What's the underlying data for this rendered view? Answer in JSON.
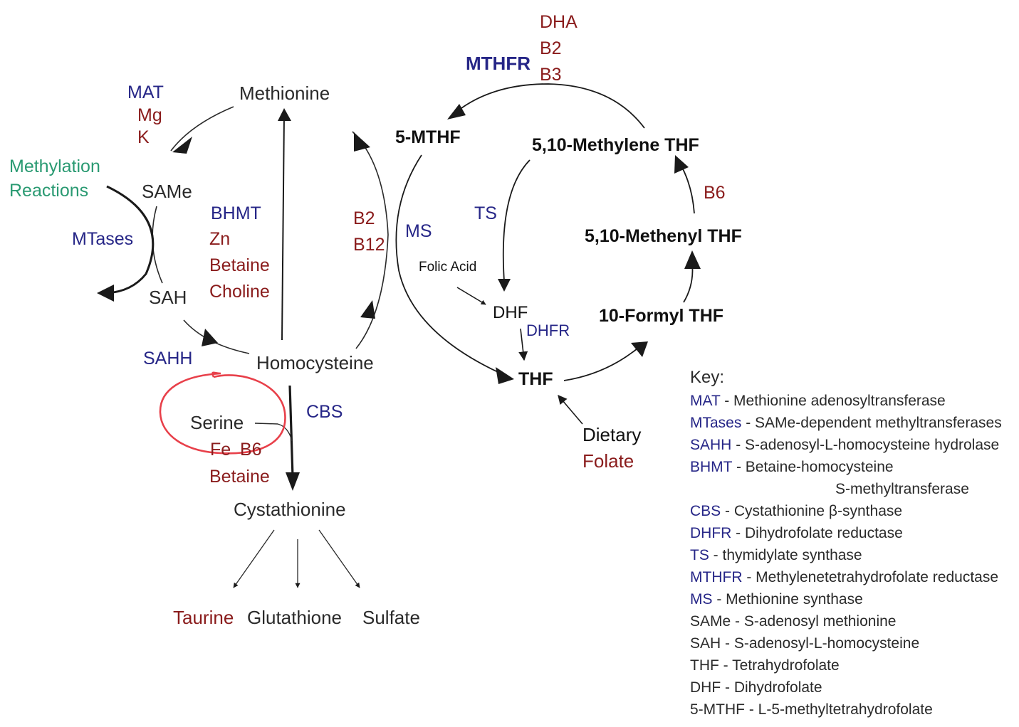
{
  "colors": {
    "enzyme": "#262687",
    "cofactor": "#8a1c1c",
    "methylation": "#2a9a72",
    "text": "#2a2a2a",
    "highlight_circle": "#e8404a"
  },
  "methionine_cycle": {
    "methionine": "Methionine",
    "same": "SAMe",
    "sah": "SAH",
    "homocysteine": "Homocysteine",
    "methylation_line1": "Methylation",
    "methylation_line2": "Reactions",
    "mtases": "MTases",
    "mat": "MAT",
    "mg": "Mg",
    "k": "K",
    "bhmt": "BHMT",
    "zn": "Zn",
    "betaine": "Betaine",
    "choline": "Choline",
    "b2": "B2",
    "b12": "B12",
    "sahh": "SAHH"
  },
  "transsulfuration": {
    "serine": "Serine",
    "fe": "Fe",
    "b6": "B6",
    "betaine": "Betaine",
    "cbs": "CBS",
    "cystathionine": "Cystathionine",
    "taurine": "Taurine",
    "glutathione": "Glutathione",
    "sulfate": "Sulfate"
  },
  "folate_cycle": {
    "mthfr": "MTHFR",
    "dha": "DHA",
    "b2": "B2",
    "b3": "B3",
    "mthf5": "5-MTHF",
    "methylene": "5,10-Methylene THF",
    "b6": "B6",
    "methenyl": "5,10-Methenyl THF",
    "formyl": "10-Formyl THF",
    "ts": "TS",
    "ms": "MS",
    "folic_acid": "Folic Acid",
    "dhf": "DHF",
    "dhfr": "DHFR",
    "thf": "THF",
    "dietary": "Dietary",
    "folate": "Folate"
  },
  "key": {
    "title": "Key:",
    "entries": [
      {
        "abbr": "MAT",
        "text": " - Methionine adenosyltransferase"
      },
      {
        "abbr": "MTases",
        "text": " - SAMe-dependent methyltransferases"
      },
      {
        "abbr": "SAHH",
        "text": " - S-adenosyl-L-homocysteine hydrolase"
      },
      {
        "abbr": "BHMT",
        "text": " - Betaine-homocysteine"
      },
      {
        "abbr": "",
        "text": "S-methyltransferase"
      },
      {
        "abbr": "CBS",
        "text": " - Cystathionine  β-synthase"
      },
      {
        "abbr": "DHFR",
        "text": " -  Dihydrofolate reductase"
      },
      {
        "abbr": "TS",
        "text": " -  thymidylate synthase"
      },
      {
        "abbr": "MTHFR",
        "text": " - Methylenetetrahydrofolate reductase"
      },
      {
        "abbr": "MS",
        "text": " - Methionine synthase"
      },
      {
        "abbr": "",
        "text": "SAMe - S-adenosyl methionine"
      },
      {
        "abbr": "",
        "text": "SAH - S-adenosyl-L-homocysteine"
      },
      {
        "abbr": "",
        "text": "THF - Tetrahydrofolate"
      },
      {
        "abbr": "",
        "text": "DHF - Dihydrofolate"
      },
      {
        "abbr": "",
        "text": "5-MTHF - L-5-methyltetrahydrofolate"
      }
    ]
  }
}
